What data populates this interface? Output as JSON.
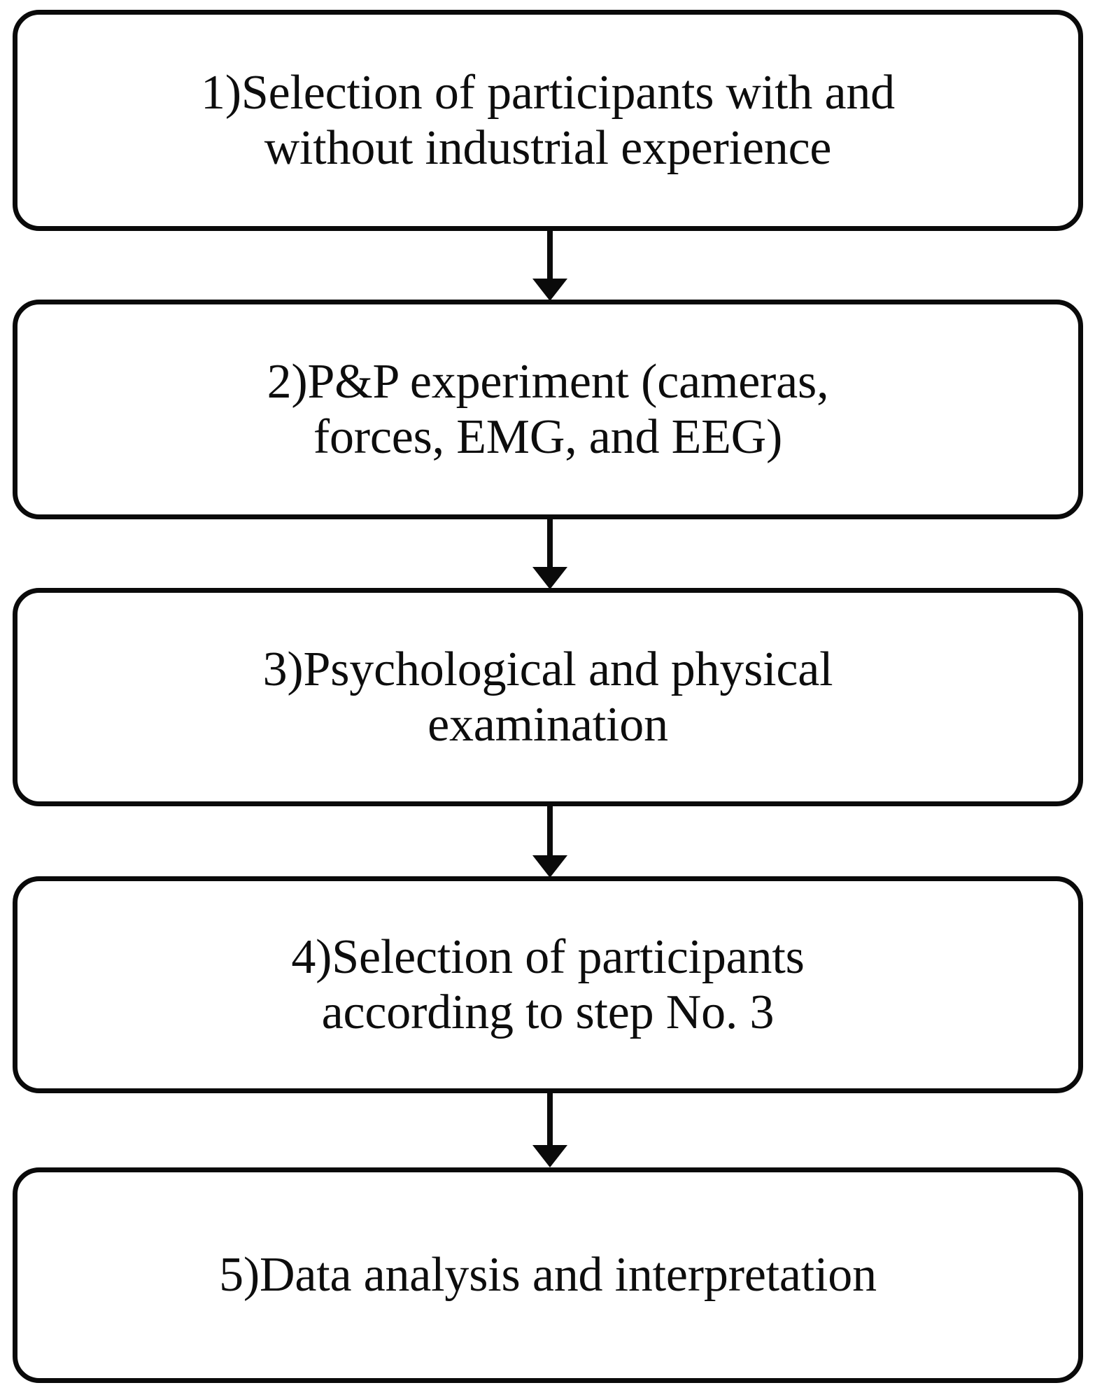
{
  "diagram": {
    "type": "flowchart",
    "orientation": "vertical",
    "background_color": "#ffffff",
    "stroke_color": "#0a0a0a",
    "text_color": "#0d0d0d",
    "node_shape": "rounded-rectangle",
    "nodes": [
      {
        "id": "step-1",
        "number": "1",
        "label": "1)Selection of participants with and\nwithout industrial experience",
        "lines": [
          "1)Selection of participants with and",
          "without industrial experience"
        ]
      },
      {
        "id": "step-2",
        "number": "2",
        "label": "2)P&P experiment (cameras,\nforces, EMG, and EEG)",
        "lines": [
          "2)P&P experiment (cameras,",
          "forces, EMG, and EEG)"
        ]
      },
      {
        "id": "step-3",
        "number": "3",
        "label": "3)Psychological and physical\nexamination",
        "lines": [
          "3)Psychological and physical",
          "examination"
        ]
      },
      {
        "id": "step-4",
        "number": "4",
        "label": "4)Selection of participants\naccording to step No. 3",
        "lines": [
          "4)Selection of participants",
          "according to step No. 3"
        ]
      },
      {
        "id": "step-5",
        "number": "5",
        "label": "5)Data analysis and interpretation",
        "lines": [
          "5)Data analysis and interpretation"
        ]
      }
    ],
    "connectors": [
      {
        "id": "arrow-1-2",
        "from": "step-1",
        "to": "step-2",
        "style": "solid-line-filled-arrowhead",
        "direction": "down"
      },
      {
        "id": "arrow-2-3",
        "from": "step-2",
        "to": "step-3",
        "style": "solid-line-filled-arrowhead",
        "direction": "down"
      },
      {
        "id": "arrow-3-4",
        "from": "step-3",
        "to": "step-4",
        "style": "solid-line-filled-arrowhead",
        "direction": "down"
      },
      {
        "id": "arrow-4-5",
        "from": "step-4",
        "to": "step-5",
        "style": "solid-line-filled-arrowhead",
        "direction": "down"
      }
    ]
  }
}
